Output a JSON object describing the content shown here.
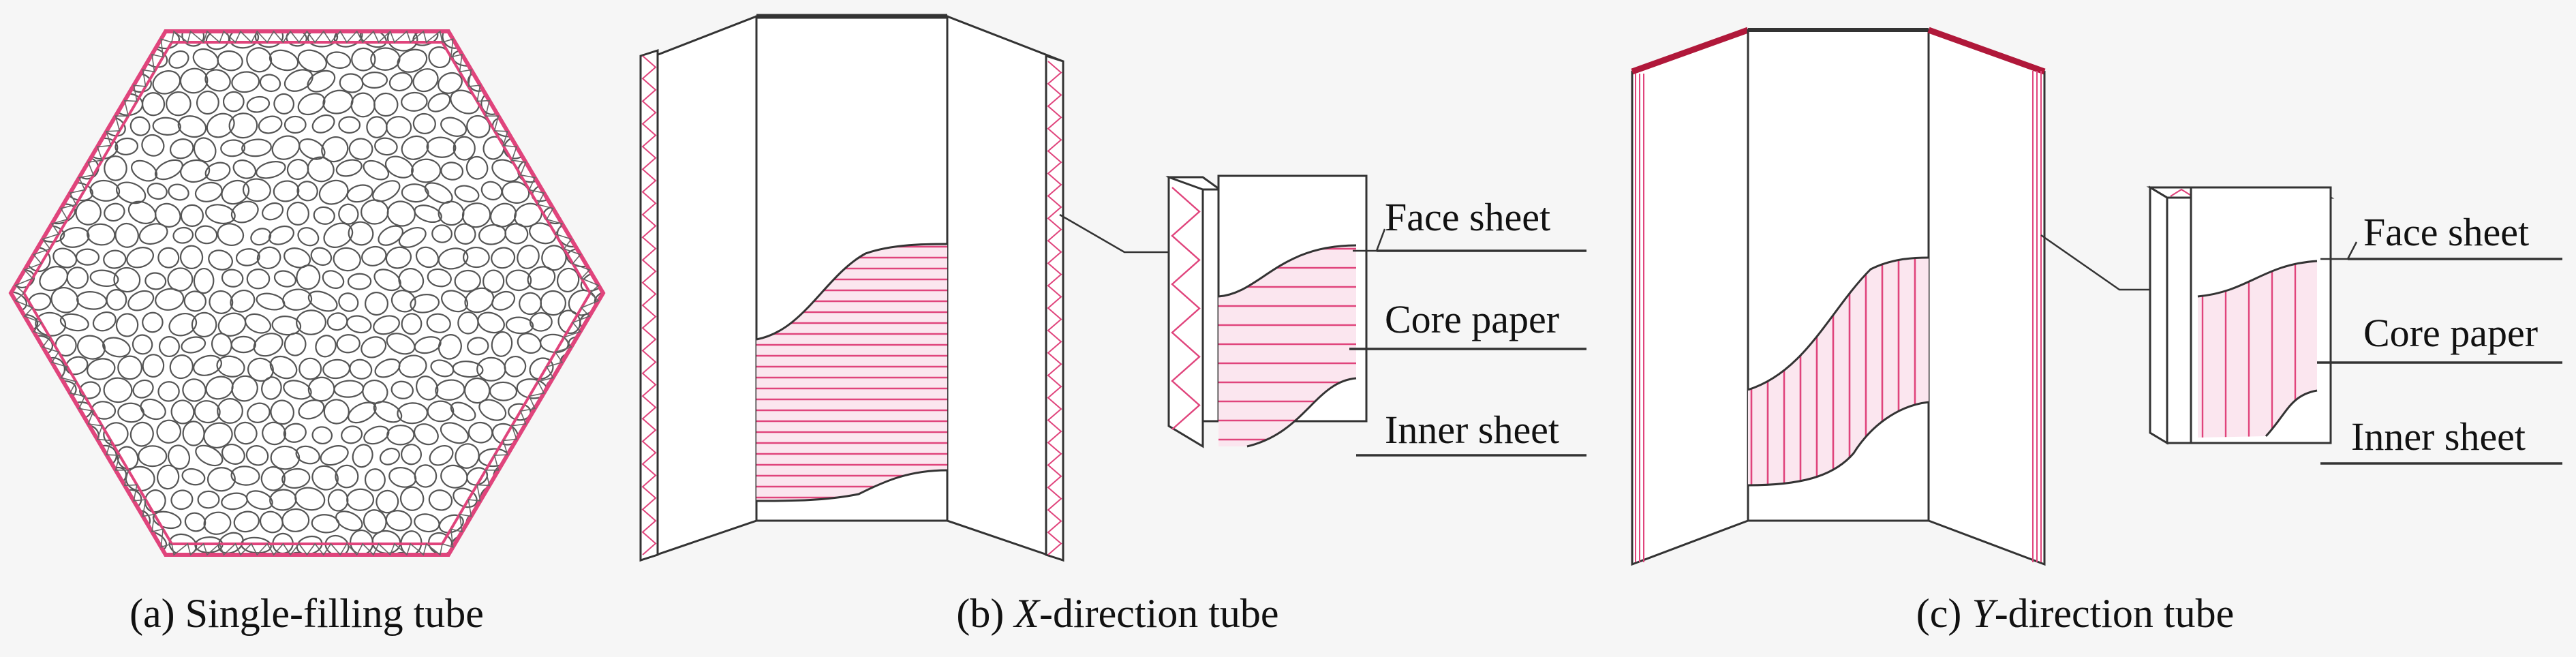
{
  "colors": {
    "background": "#f6f6f6",
    "outline": "#333333",
    "accent_pink": "#e0447c",
    "accent_dark_red": "#b0183a",
    "cell_line": "#555555"
  },
  "panels": {
    "a": {
      "caption": "(a) Single-filling tube"
    },
    "b": {
      "caption_prefix": "(b) ",
      "caption_italic": "X",
      "caption_suffix": "-direction tube",
      "labels": {
        "face": "Face sheet",
        "core": "Core paper",
        "inner": "Inner sheet"
      }
    },
    "c": {
      "caption_prefix": "(c) ",
      "caption_italic": "Y",
      "caption_suffix": "-direction tube",
      "labels": {
        "face": "Face sheet",
        "core": "Core paper",
        "inner": "Inner sheet"
      }
    }
  }
}
